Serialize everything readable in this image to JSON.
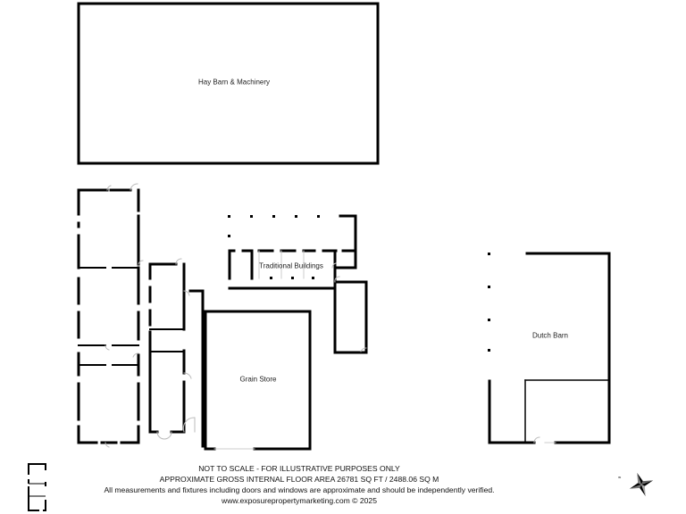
{
  "rooms": {
    "hay_barn": {
      "label": "Hay Barn & Machinery"
    },
    "traditional_buildings": {
      "label": "Traditional Buildings"
    },
    "grain_store": {
      "label": "Grain Store"
    },
    "dutch_barn": {
      "label": "Dutch Barn"
    }
  },
  "footer": {
    "line1": "NOT TO SCALE - FOR ILLUSTRATIVE PURPOSES ONLY",
    "line2": "APPROXIMATE GROSS INTERNAL FLOOR AREA 26781 SQ FT / 2488.06 SQ M",
    "line3": "All measurements and fixtures including doors and windows are approximate and should be independently verified.",
    "line4": "www.exposurepropertymarketing.com © 2025"
  },
  "icons": {
    "compass": "compass-rose-icon",
    "legend_mini_plan": "mini-floorplan-icon"
  },
  "colors": {
    "wall": "#000000",
    "background": "#ffffff",
    "text": "#111111"
  }
}
